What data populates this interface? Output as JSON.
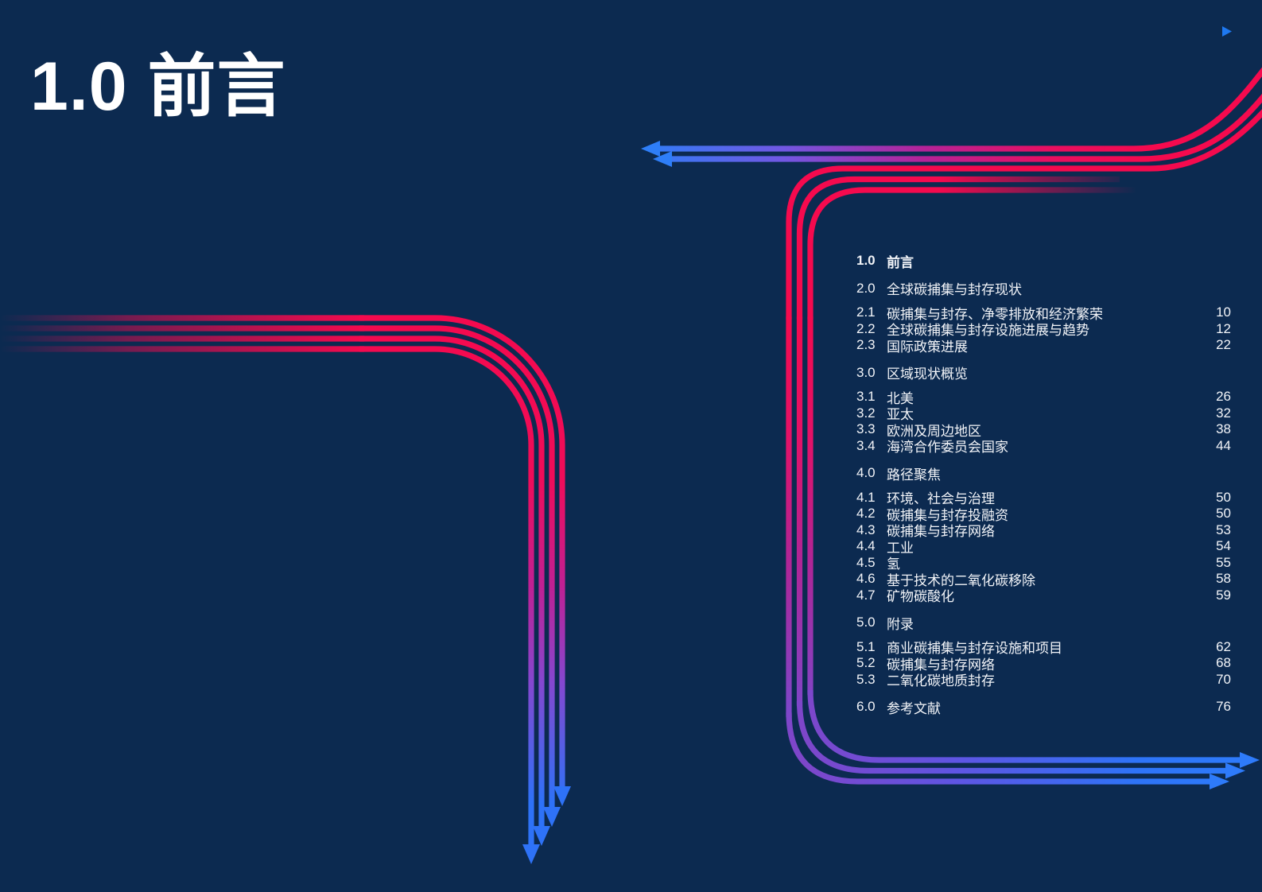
{
  "page": {
    "title": "1.0 前言"
  },
  "toc": {
    "rows": [
      {
        "num": "1.0",
        "title": "前言",
        "page": "",
        "header": true,
        "current": true
      },
      {
        "num": "2.0",
        "title": "全球碳捕集与封存现状",
        "page": "",
        "header": true,
        "current": false
      },
      {
        "num": "2.1",
        "title": "碳捕集与封存、净零排放和经济繁荣",
        "page": "10",
        "header": false,
        "current": false
      },
      {
        "num": "2.2",
        "title": "全球碳捕集与封存设施进展与趋势",
        "page": "12",
        "header": false,
        "current": false
      },
      {
        "num": "2.3",
        "title": "国际政策进展",
        "page": "22",
        "header": false,
        "current": false
      },
      {
        "num": "3.0",
        "title": "区域现状概览",
        "page": "",
        "header": true,
        "current": false
      },
      {
        "num": "3.1",
        "title": "北美",
        "page": "26",
        "header": false,
        "current": false
      },
      {
        "num": "3.2",
        "title": "亚太",
        "page": "32",
        "header": false,
        "current": false
      },
      {
        "num": "3.3",
        "title": "欧洲及周边地区",
        "page": "38",
        "header": false,
        "current": false
      },
      {
        "num": "3.4",
        "title": "海湾合作委员会国家",
        "page": "44",
        "header": false,
        "current": false
      },
      {
        "num": "4.0",
        "title": "路径聚焦",
        "page": "",
        "header": true,
        "current": false
      },
      {
        "num": "4.1",
        "title": "环境、社会与治理",
        "page": "50",
        "header": false,
        "current": false
      },
      {
        "num": "4.2",
        "title": "碳捕集与封存投融资",
        "page": "50",
        "header": false,
        "current": false
      },
      {
        "num": "4.3",
        "title": "碳捕集与封存网络",
        "page": "53",
        "header": false,
        "current": false
      },
      {
        "num": "4.4",
        "title": "工业",
        "page": "54",
        "header": false,
        "current": false
      },
      {
        "num": "4.5",
        "title": "氢",
        "page": "55",
        "header": false,
        "current": false
      },
      {
        "num": "4.6",
        "title": "基于技术的二氧化碳移除",
        "page": "58",
        "header": false,
        "current": false
      },
      {
        "num": "4.7",
        "title": "矿物碳酸化",
        "page": "59",
        "header": false,
        "current": false
      },
      {
        "num": "5.0",
        "title": "附录",
        "page": "",
        "header": true,
        "current": false
      },
      {
        "num": "5.1",
        "title": "商业碳捕集与封存设施和项目",
        "page": "62",
        "header": false,
        "current": false
      },
      {
        "num": "5.2",
        "title": "碳捕集与封存网络",
        "page": "68",
        "header": false,
        "current": false
      },
      {
        "num": "5.3",
        "title": "二氧化碳地质封存",
        "page": "70",
        "header": false,
        "current": false
      },
      {
        "num": "6.0",
        "title": "参考文献",
        "page": "76",
        "header": true,
        "current": false
      }
    ]
  },
  "decor": {
    "icons": [
      "arrow-left-icon",
      "arrow-right-icon",
      "arrow-down-icon",
      "small-play-triangle-icon"
    ],
    "colors": {
      "background": "#0c2a50",
      "crimson": "#f50a4e",
      "magenta": "#c02093",
      "purple": "#7e46c9",
      "blue": "#2e74f8",
      "text": "#f2f4f8"
    }
  }
}
